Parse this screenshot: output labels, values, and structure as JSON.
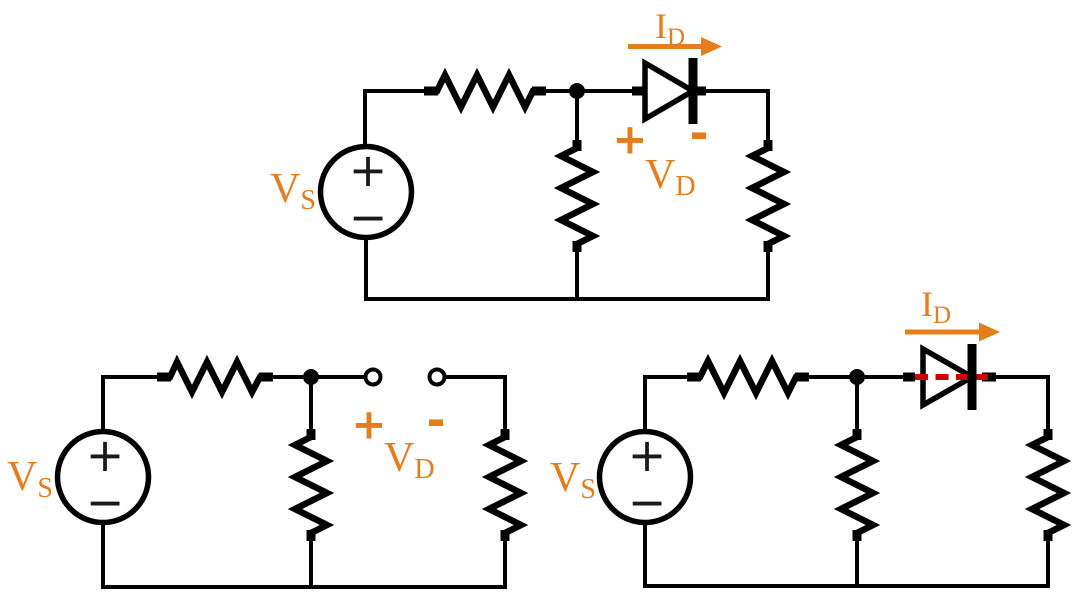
{
  "colors": {
    "wire": "#000000",
    "label_orange": "#E47D1C",
    "short_red": "#CC0000",
    "background": "#FFFFFF"
  },
  "circuits": {
    "top": {
      "source_label": {
        "base": "V",
        "sub": "S"
      },
      "source_polarity": {
        "plus": "+",
        "minus": "−"
      },
      "current_label": {
        "base": "I",
        "sub": "D"
      },
      "diode_voltage": {
        "plus": "+",
        "minus": "-",
        "base": "V",
        "sub": "D"
      }
    },
    "bottom_left": {
      "source_label": {
        "base": "V",
        "sub": "S"
      },
      "source_polarity": {
        "plus": "+",
        "minus": "−"
      },
      "open_circuit_voltage": {
        "plus": "+",
        "minus": "-",
        "base": "V",
        "sub": "D"
      }
    },
    "bottom_right": {
      "source_label": {
        "base": "V",
        "sub": "S"
      },
      "source_polarity": {
        "plus": "+",
        "minus": "−"
      },
      "current_label": {
        "base": "I",
        "sub": "D"
      }
    }
  }
}
